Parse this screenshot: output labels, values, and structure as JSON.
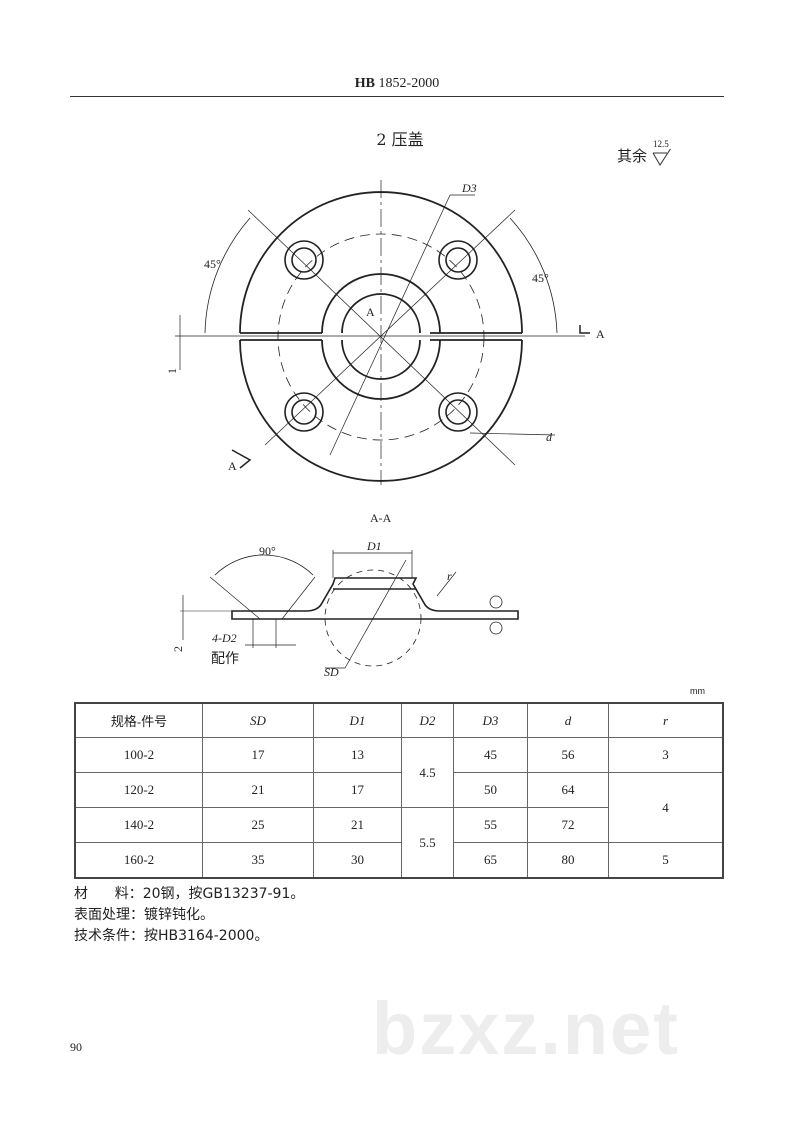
{
  "header": {
    "standard_prefix": "HB",
    "standard_number": "1852-2000"
  },
  "section": {
    "title": "2  压盖"
  },
  "roughness_note": {
    "label": "其余",
    "value": "12.5"
  },
  "drawing": {
    "plan_view": {
      "labels": {
        "d3": "D3",
        "d": "d",
        "angle_left": "45°",
        "angle_right": "45°",
        "section_mark_right": "A",
        "section_mark_left": "A",
        "center_mark": "A",
        "gap_dim": "1"
      }
    },
    "section_view": {
      "title": "A-A",
      "labels": {
        "angle": "90°",
        "d1": "D1",
        "r": "r",
        "sd": "SD",
        "holes": "4-D2",
        "holes_note": "配作",
        "thickness": "2"
      }
    }
  },
  "table": {
    "unit": "mm",
    "headers": [
      "规格-件号",
      "SD",
      "D1",
      "D2",
      "D3",
      "d",
      "r"
    ],
    "rows": [
      {
        "spec": "100-2",
        "sd": "17",
        "d1": "13",
        "d2": "4.5",
        "d3": "45",
        "d": "56",
        "r": "3"
      },
      {
        "spec": "120-2",
        "sd": "21",
        "d1": "17",
        "d2": "4.5",
        "d3": "50",
        "d": "64",
        "r": "4"
      },
      {
        "spec": "140-2",
        "sd": "25",
        "d1": "21",
        "d2": "5.5",
        "d3": "55",
        "d": "72",
        "r": "4"
      },
      {
        "spec": "160-2",
        "sd": "35",
        "d1": "30",
        "d2": "5.5",
        "d3": "65",
        "d": "80",
        "r": "5"
      }
    ],
    "merged": {
      "d2_group1": "4.5",
      "d2_group2": "5.5",
      "r_group": "4"
    }
  },
  "notes": {
    "material": "材      料：20钢，按GB13237-91。",
    "surface": "表面处理：镀锌钝化。",
    "technical": "技术条件：按HB3164-2000。"
  },
  "page_number": "90",
  "watermark": "bzxz.net"
}
